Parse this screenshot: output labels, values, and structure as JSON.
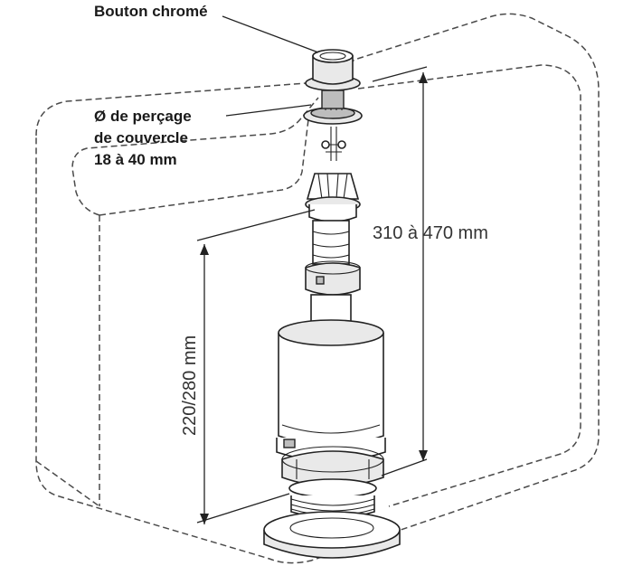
{
  "labels": {
    "button": "Bouton chromé",
    "drill_line1": "Ø de perçage",
    "drill_line2": "de couvercle",
    "drill_line3": "18 à 40 mm"
  },
  "dimensions": {
    "total_height": "310 à 470 mm",
    "body_height": "220/280 mm"
  },
  "colors": {
    "line": "#222222",
    "tank_outline": "#4a4a4a",
    "shade": "#e9e9e9"
  }
}
